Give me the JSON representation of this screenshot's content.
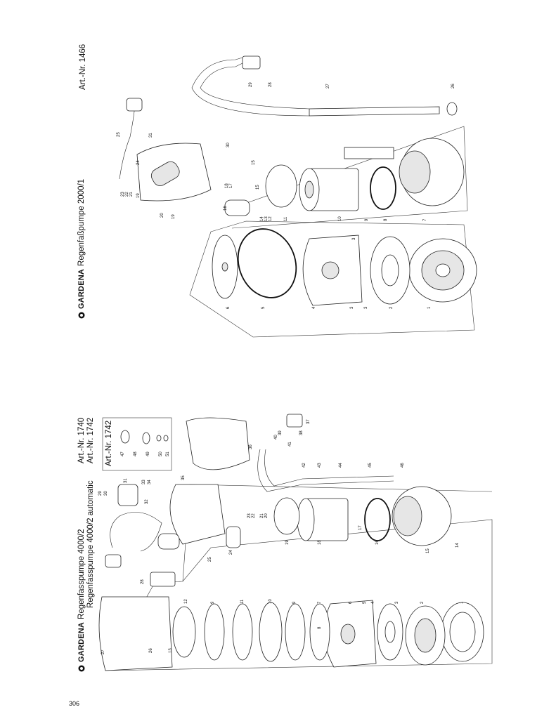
{
  "page": {
    "number": "306"
  },
  "upper": {
    "brand": "GARDENA",
    "title": "Regenfaßpumpe 2000/1",
    "art_nr": "Art.-Nr. 1466",
    "part_numbers": [
      "1",
      "2",
      "3",
      "3",
      "3",
      "4",
      "5",
      "6",
      "7",
      "8",
      "9",
      "10",
      "11",
      "12",
      "13",
      "14",
      "15",
      "15",
      "16",
      "17",
      "18",
      "19",
      "19",
      "20",
      "21",
      "22",
      "23",
      "24",
      "25",
      "26",
      "27",
      "28",
      "29",
      "30",
      "31"
    ]
  },
  "lower": {
    "brand": "GARDENA",
    "title_line1": "Regenfasspumpe 4000/2",
    "title_line2": "Regenfasspumpe 4000/2 automatic",
    "art_nr_1": "Art.-Nr. 1740",
    "art_nr_2": "Art.-Nr. 1742",
    "inset_label": "Art.-Nr. 1742",
    "inset_part_numbers": [
      "47",
      "48",
      "49",
      "50",
      "51"
    ],
    "part_numbers": [
      "1",
      "2",
      "3",
      "4",
      "5",
      "6",
      "7",
      "8",
      "9",
      "9",
      "10",
      "11",
      "12",
      "13",
      "14",
      "15",
      "16",
      "17",
      "18",
      "19",
      "20",
      "21",
      "22",
      "23",
      "24",
      "25",
      "26",
      "27",
      "28",
      "29",
      "30",
      "31",
      "32",
      "33",
      "34",
      "35",
      "36",
      "37",
      "38",
      "39",
      "40",
      "41",
      "42",
      "43",
      "44",
      "45",
      "46"
    ]
  }
}
